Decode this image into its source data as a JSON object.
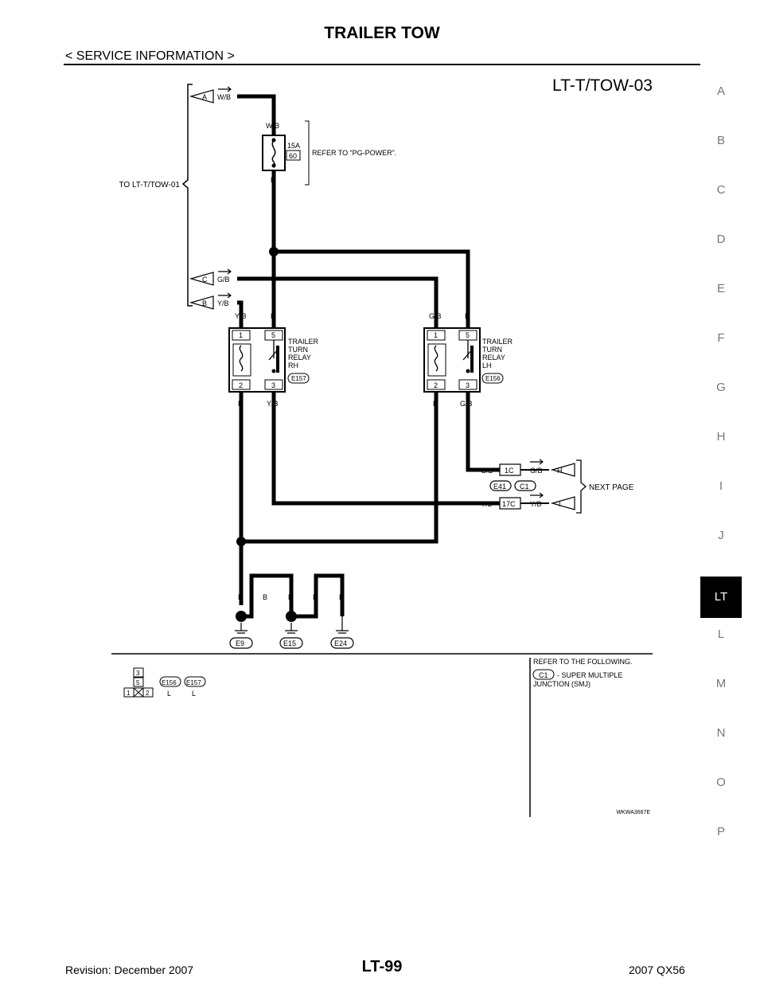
{
  "header": {
    "title": "TRAILER TOW",
    "section": "< SERVICE INFORMATION >"
  },
  "side_tabs": [
    "A",
    "B",
    "C",
    "D",
    "E",
    "F",
    "G",
    "H",
    "I",
    "J",
    "LT",
    "L",
    "M",
    "N",
    "O",
    "P"
  ],
  "active_tab": "LT",
  "diagram": {
    "code": "LT-T/TOW-03",
    "to_label": "TO LT-T/TOW-01",
    "connectors": {
      "a": {
        "letter": "A",
        "wire": "W/B"
      },
      "c": {
        "letter": "C",
        "wire": "G/B"
      },
      "b": {
        "letter": "B",
        "wire": "Y/B"
      }
    },
    "fuse": {
      "wire_top": "W/B",
      "amp": "15A",
      "number": "60",
      "wire_bottom": "L",
      "note": "REFER TO “PG-POWER”."
    },
    "relay_rh": {
      "lines": [
        "TRAILER",
        "TURN",
        "RELAY",
        "RH"
      ],
      "connector": "E157",
      "pins": [
        "1",
        "5",
        "2",
        "3"
      ],
      "wire_in1": "Y/B",
      "wire_in5": "L",
      "wire_out2": "B",
      "wire_out3": "Y/B"
    },
    "relay_lh": {
      "lines": [
        "TRAILER",
        "TURN",
        "RELAY",
        "LH"
      ],
      "connector": "E156",
      "pins": [
        "1",
        "5",
        "2",
        "3"
      ],
      "wire_in1": "G/B",
      "wire_in5": "L",
      "wire_out2": "B",
      "wire_out3": "G/B"
    },
    "junction": {
      "pin_h": "1C",
      "pin_i": "17C",
      "connector": "E41",
      "smj": "C1",
      "wire_h_in": "G/B",
      "wire_h_out": "G/B",
      "wire_i_in": "Y/B",
      "wire_i_out": "Y/B",
      "letter_h": "H",
      "letter_i": "I",
      "next": "NEXT PAGE"
    },
    "grounds": {
      "wires": [
        "B",
        "B",
        "B",
        "B",
        "B"
      ],
      "labels": [
        "E9",
        "E15",
        "E24"
      ]
    },
    "legend": {
      "pins": [
        "3",
        "5",
        "1",
        "2"
      ],
      "connectors": [
        "E156",
        "E157"
      ],
      "colors": [
        "L",
        "L"
      ],
      "refer": "REFER TO THE FOLLOWING.",
      "ref_connector": "C1",
      "ref_line1": "- SUPER MULTIPLE",
      "ref_line2": "JUNCTION (SMJ)"
    },
    "figure_id": "WKWA3667E"
  },
  "footer": {
    "revision": "Revision: December 2007",
    "page": "LT-99",
    "model": "2007 QX56"
  }
}
